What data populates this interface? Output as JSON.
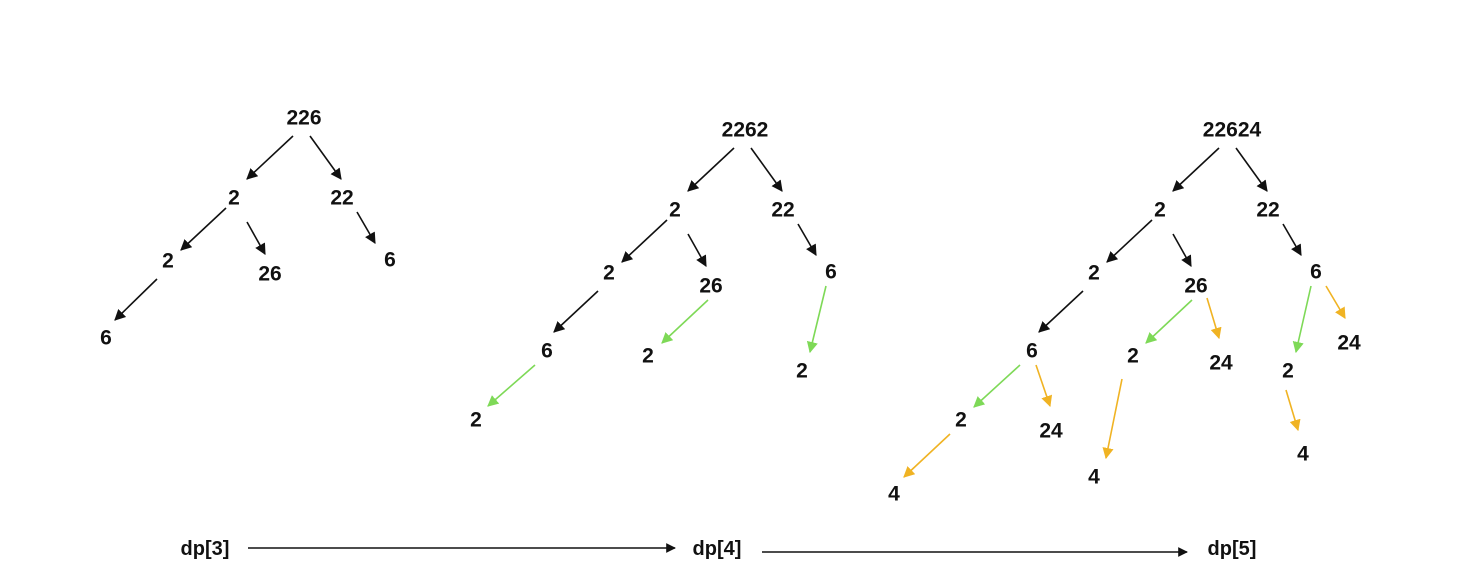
{
  "colors": {
    "black": "#111111",
    "green": "#7ed957",
    "orange": "#f0b323"
  },
  "trees": [
    {
      "id": "tree-dp3",
      "nodes": [
        {
          "id": "a0",
          "label": "226"
        },
        {
          "id": "a1",
          "label": "2"
        },
        {
          "id": "a2",
          "label": "22"
        },
        {
          "id": "a3",
          "label": "2"
        },
        {
          "id": "a4",
          "label": "26"
        },
        {
          "id": "a5",
          "label": "6"
        },
        {
          "id": "a6",
          "label": "6"
        }
      ],
      "edges": [
        {
          "from": "a0",
          "to": "a1",
          "color": "black"
        },
        {
          "from": "a0",
          "to": "a2",
          "color": "black"
        },
        {
          "from": "a1",
          "to": "a3",
          "color": "black"
        },
        {
          "from": "a1",
          "to": "a4",
          "color": "black"
        },
        {
          "from": "a2",
          "to": "a5",
          "color": "black"
        },
        {
          "from": "a3",
          "to": "a6",
          "color": "black"
        }
      ]
    },
    {
      "id": "tree-dp4",
      "nodes": [
        {
          "id": "b0",
          "label": "2262"
        },
        {
          "id": "b1",
          "label": "2"
        },
        {
          "id": "b2",
          "label": "22"
        },
        {
          "id": "b3",
          "label": "2"
        },
        {
          "id": "b4",
          "label": "26"
        },
        {
          "id": "b5",
          "label": "6"
        },
        {
          "id": "b6",
          "label": "6"
        },
        {
          "id": "b7",
          "label": "2"
        },
        {
          "id": "b8",
          "label": "2"
        },
        {
          "id": "b9",
          "label": "2"
        }
      ],
      "edges": [
        {
          "from": "b0",
          "to": "b1",
          "color": "black"
        },
        {
          "from": "b0",
          "to": "b2",
          "color": "black"
        },
        {
          "from": "b1",
          "to": "b3",
          "color": "black"
        },
        {
          "from": "b1",
          "to": "b4",
          "color": "black"
        },
        {
          "from": "b2",
          "to": "b5",
          "color": "black"
        },
        {
          "from": "b3",
          "to": "b6",
          "color": "black"
        },
        {
          "from": "b6",
          "to": "b7",
          "color": "green"
        },
        {
          "from": "b4",
          "to": "b8",
          "color": "green"
        },
        {
          "from": "b5",
          "to": "b9",
          "color": "green"
        }
      ]
    },
    {
      "id": "tree-dp5",
      "nodes": [
        {
          "id": "c0",
          "label": "22624"
        },
        {
          "id": "c1",
          "label": "2"
        },
        {
          "id": "c2",
          "label": "22"
        },
        {
          "id": "c3",
          "label": "2"
        },
        {
          "id": "c4",
          "label": "26"
        },
        {
          "id": "c5",
          "label": "6"
        },
        {
          "id": "c6",
          "label": "6"
        },
        {
          "id": "c7",
          "label": "2"
        },
        {
          "id": "c8",
          "label": "24"
        },
        {
          "id": "c9",
          "label": "2"
        },
        {
          "id": "c10",
          "label": "24"
        },
        {
          "id": "c11",
          "label": "2"
        },
        {
          "id": "c12",
          "label": "24"
        },
        {
          "id": "c13",
          "label": "4"
        },
        {
          "id": "c14",
          "label": "4"
        },
        {
          "id": "c15",
          "label": "4"
        }
      ],
      "edges": [
        {
          "from": "c0",
          "to": "c1",
          "color": "black"
        },
        {
          "from": "c0",
          "to": "c2",
          "color": "black"
        },
        {
          "from": "c1",
          "to": "c3",
          "color": "black"
        },
        {
          "from": "c1",
          "to": "c4",
          "color": "black"
        },
        {
          "from": "c2",
          "to": "c5",
          "color": "black"
        },
        {
          "from": "c3",
          "to": "c6",
          "color": "black"
        },
        {
          "from": "c6",
          "to": "c7",
          "color": "green"
        },
        {
          "from": "c6",
          "to": "c8",
          "color": "orange"
        },
        {
          "from": "c4",
          "to": "c9",
          "color": "green"
        },
        {
          "from": "c4",
          "to": "c10",
          "color": "orange"
        },
        {
          "from": "c5",
          "to": "c11",
          "color": "green"
        },
        {
          "from": "c5",
          "to": "c12",
          "color": "orange"
        },
        {
          "from": "c7",
          "to": "c13",
          "color": "orange"
        },
        {
          "from": "c9",
          "to": "c14",
          "color": "orange"
        },
        {
          "from": "c11",
          "to": "c15",
          "color": "orange"
        }
      ]
    }
  ],
  "steps": [
    {
      "id": "s3",
      "label": "dp[3]"
    },
    {
      "id": "s4",
      "label": "dp[4]"
    },
    {
      "id": "s5",
      "label": "dp[5]"
    }
  ],
  "step_arrows": [
    {
      "from": "s3",
      "to": "s4"
    },
    {
      "from": "s4",
      "to": "s5"
    }
  ]
}
